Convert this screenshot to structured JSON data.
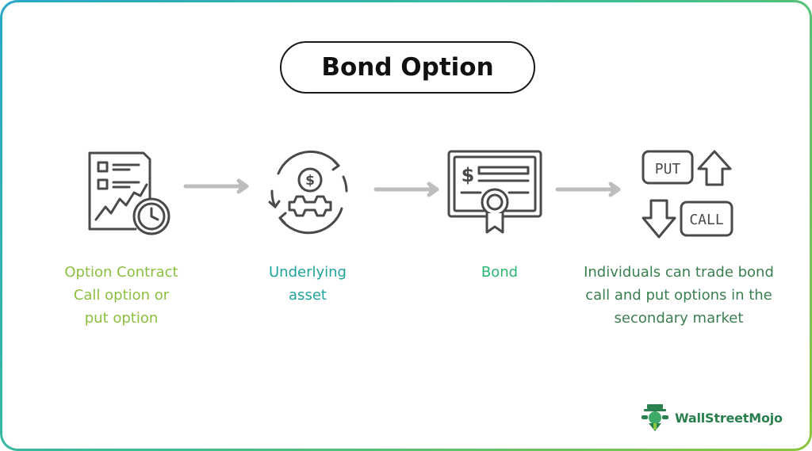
{
  "title": "Bond Option",
  "steps": [
    {
      "lines": [
        "Option Contract",
        "Call option or",
        "put option"
      ],
      "color": "#8cbf3f",
      "icon": "contract-chart-clock-icon"
    },
    {
      "lines": [
        "Underlying",
        "asset"
      ],
      "color": "#1fa29a",
      "icon": "dollar-gear-cycle-icon"
    },
    {
      "lines": [
        "Bond"
      ],
      "color": "#2bb673",
      "icon": "bond-certificate-icon"
    },
    {
      "lines": [
        "Individuals can trade bond",
        "call and put options in the",
        "secondary market"
      ],
      "color": "#3a7f4f",
      "icon": "put-call-arrows-icon"
    }
  ],
  "icon_labels": {
    "put": "PUT",
    "call": "CALL"
  },
  "arrow_color": "#bdbdbd",
  "icon_stroke_color": "#4a4a4a",
  "brand": {
    "name": "WallStreetMojo",
    "color": "#2a7f4f"
  },
  "frame_gradient": [
    "#29a8c8",
    "#3fbf8f",
    "#8cc63f"
  ]
}
